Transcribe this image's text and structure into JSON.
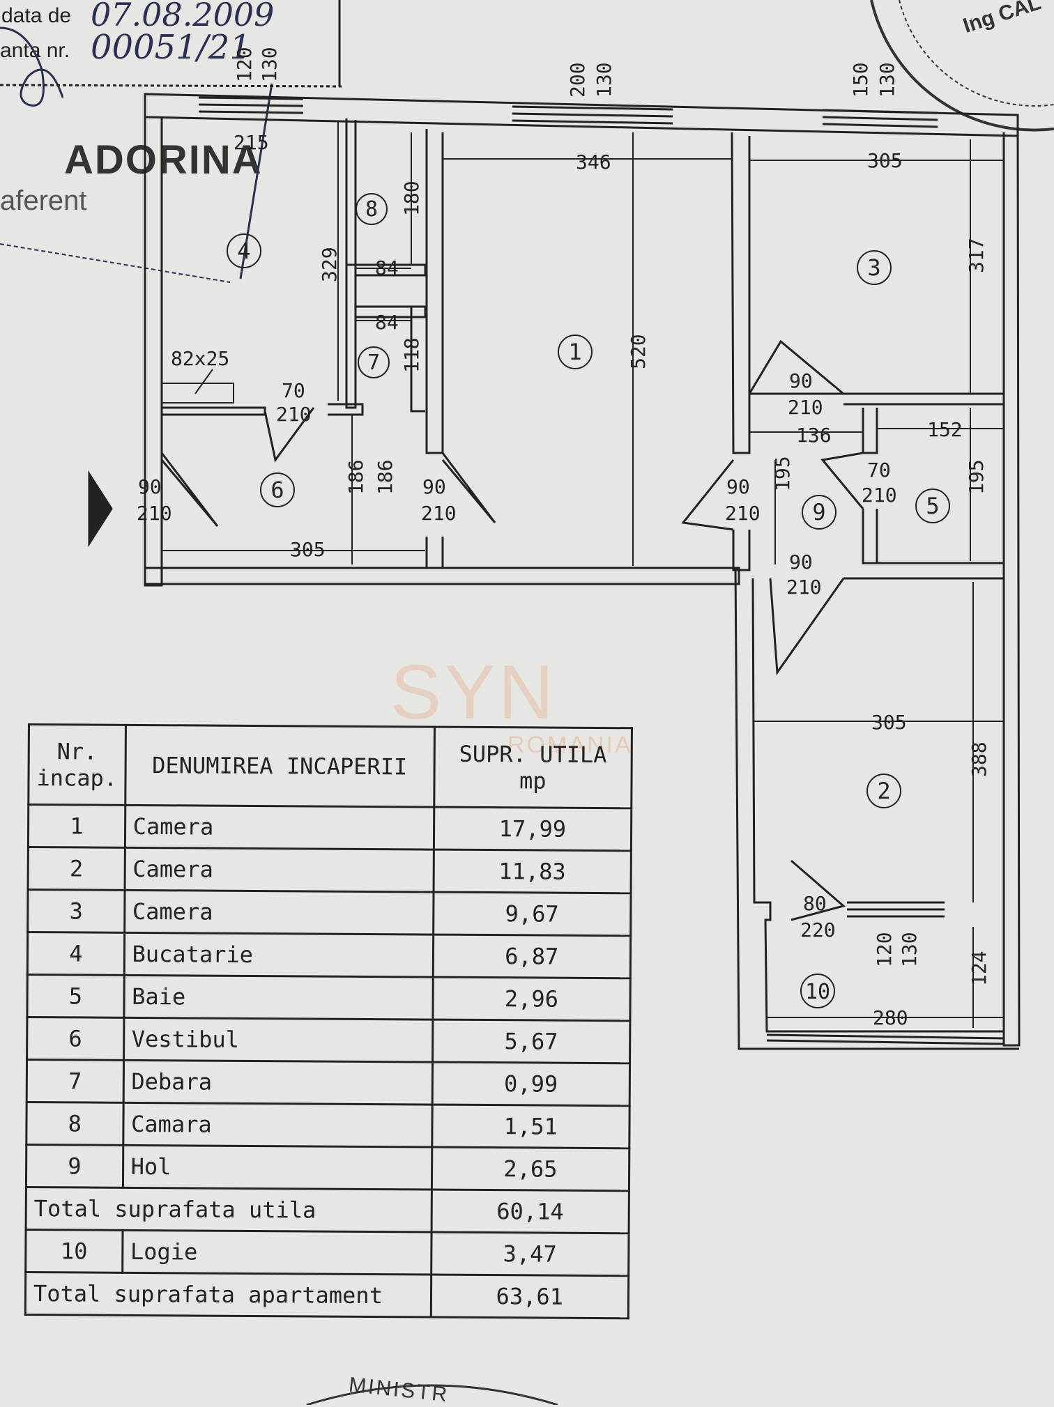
{
  "header": {
    "date_label": "data de",
    "date_value": "07.08.2009",
    "receipt_label": "anta nr.",
    "receipt_value": "00051/21",
    "owner_name": "ADORINA",
    "owner_note": "aferent"
  },
  "stamp": {
    "top_text": "Ing CAL",
    "bottom_text": "MINISTR"
  },
  "watermark": {
    "main": "SYN",
    "sub": "ROMANIA"
  },
  "plan": {
    "room_numbers": [
      "1",
      "2",
      "3",
      "4",
      "5",
      "6",
      "7",
      "8",
      "9",
      "10"
    ],
    "dimensions": {
      "d_120_130_top": [
        "120",
        "130"
      ],
      "d_200_130": [
        "200",
        "130"
      ],
      "d_150_130": [
        "150",
        "130"
      ],
      "d_215": "215",
      "d_346": "346",
      "d_305_top": "305",
      "d_180": "180",
      "d_329": "329",
      "d_84_a": "84",
      "d_84_b": "84",
      "d_118": "118",
      "d_317": "317",
      "d_520": "520",
      "d_82x25": "82x25",
      "d_136": "136",
      "d_152": "152",
      "d_195_a": "195",
      "d_195_b": "195",
      "d_186_a": "186",
      "d_186_b": "186",
      "d_305_bottom": "305",
      "d_305_right": "305",
      "d_388": "388",
      "d_120_130_bottom": [
        "120",
        "130"
      ],
      "d_124": "124",
      "d_280": "280"
    },
    "doors": {
      "door_70_210_left": [
        "70",
        "210"
      ],
      "door_90_210_entry": [
        "90",
        "210"
      ],
      "door_90_210_room1": [
        "90",
        "210"
      ],
      "door_90_210_hol": [
        "90",
        "210"
      ],
      "door_90_210_room3": [
        "90",
        "210"
      ],
      "door_70_210_bath": [
        "70",
        "210"
      ],
      "door_90_210_room2": [
        "90",
        "210"
      ],
      "door_80_220_logia": [
        "80",
        "220"
      ]
    }
  },
  "table": {
    "headers": [
      "Nr. incap.",
      "DENUMIREA INCAPERII",
      "SUPR. UTILA mp"
    ],
    "rows": [
      {
        "nr": "1",
        "name": "Camera",
        "area": "17,99"
      },
      {
        "nr": "2",
        "name": "Camera",
        "area": "11,83"
      },
      {
        "nr": "3",
        "name": "Camera",
        "area": "9,67"
      },
      {
        "nr": "4",
        "name": "Bucatarie",
        "area": "6,87"
      },
      {
        "nr": "5",
        "name": "Baie",
        "area": "2,96"
      },
      {
        "nr": "6",
        "name": "Vestibul",
        "area": "5,67"
      },
      {
        "nr": "7",
        "name": "Debara",
        "area": "0,99"
      },
      {
        "nr": "8",
        "name": "Camara",
        "area": "1,51"
      },
      {
        "nr": "9",
        "name": "Hol",
        "area": "2,65"
      }
    ],
    "total_util": {
      "label": "Total suprafata utila",
      "area": "60,14"
    },
    "logia": {
      "nr": "10",
      "name": "Logie",
      "area": "3,47"
    },
    "total_apartment": {
      "label": "Total suprafata apartament",
      "area": "63,61"
    }
  },
  "colors": {
    "paper": "#e6e6e2",
    "ink": "#222222",
    "pen": "#2a2f55",
    "watermark": "#e6966e"
  }
}
